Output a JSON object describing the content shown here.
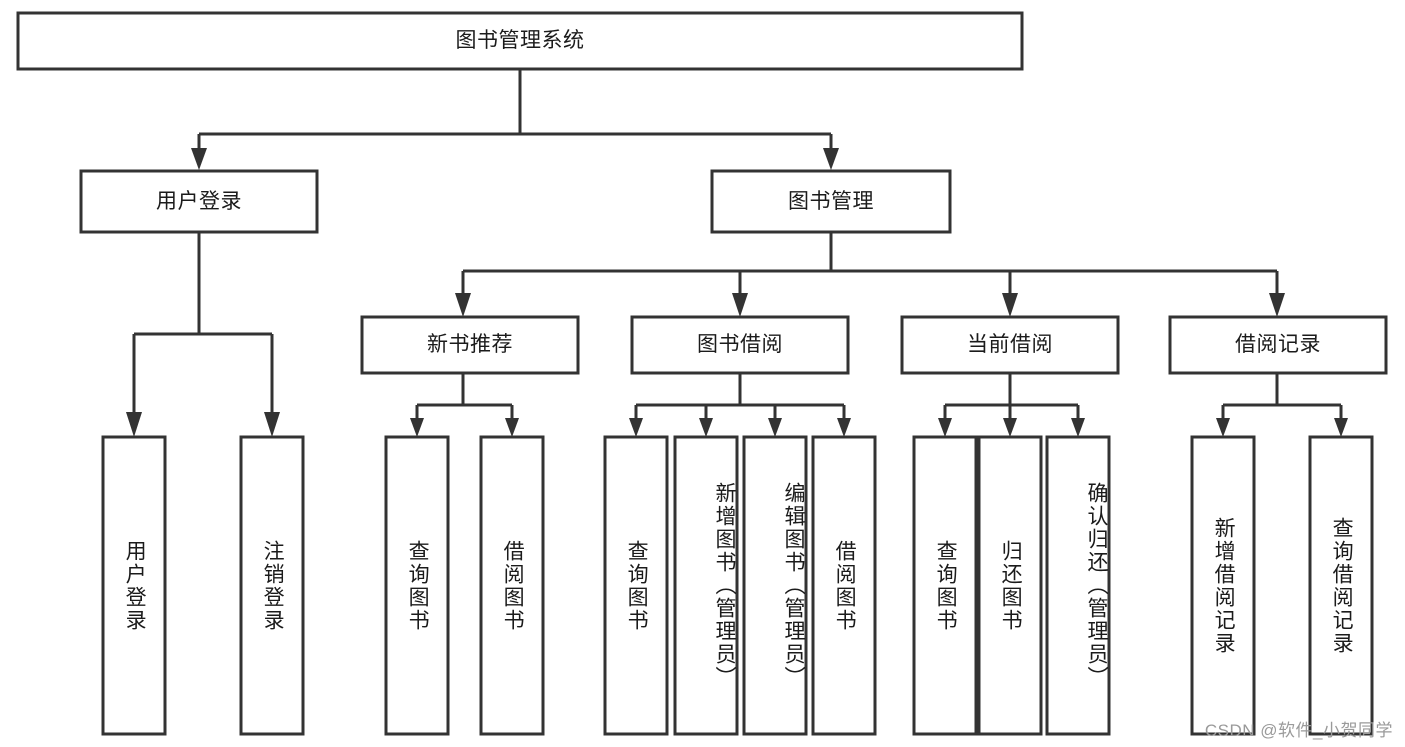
{
  "diagram": {
    "type": "tree-hierarchy",
    "title": "图书管理系统",
    "orientation": "top-down",
    "colors": {
      "stroke": "#333333",
      "fill": "#ffffff",
      "text": "#1b1b1b",
      "watermark": "#9a9a9a",
      "background": "#ffffff"
    },
    "nodes": {
      "root": {
        "label": "图书管理系统",
        "level": 1,
        "text_direction": "horizontal"
      },
      "user_login": {
        "label": "用户登录",
        "level": 2,
        "text_direction": "horizontal"
      },
      "book_manage": {
        "label": "图书管理",
        "level": 2,
        "text_direction": "horizontal"
      },
      "new_book_rec": {
        "label": "新书推荐",
        "level": 3,
        "text_direction": "horizontal"
      },
      "book_borrow": {
        "label": "图书借阅",
        "level": 3,
        "text_direction": "horizontal"
      },
      "current_borrow": {
        "label": "当前借阅",
        "level": 3,
        "text_direction": "horizontal"
      },
      "borrow_record": {
        "label": "借阅记录",
        "level": 3,
        "text_direction": "horizontal"
      },
      "leaf_user_login": {
        "label": "用户登录",
        "level": 4,
        "text_direction": "vertical"
      },
      "leaf_logout": {
        "label": "注销登录",
        "level": 4,
        "text_direction": "vertical"
      },
      "leaf_query_book_rec": {
        "label": "查询图书",
        "level": 4,
        "text_direction": "vertical"
      },
      "leaf_borrow_book_rec": {
        "label": "借阅图书",
        "level": 4,
        "text_direction": "vertical"
      },
      "leaf_query_book_borrow": {
        "label": "查询图书",
        "level": 4,
        "text_direction": "vertical"
      },
      "leaf_add_book": {
        "label": "新增图书（管理员）",
        "level": 4,
        "text_direction": "vertical"
      },
      "leaf_edit_book": {
        "label": "编辑图书（管理员）",
        "level": 4,
        "text_direction": "vertical"
      },
      "leaf_borrow_book": {
        "label": "借阅图书",
        "level": 4,
        "text_direction": "vertical"
      },
      "leaf_query_book_cur": {
        "label": "查询图书",
        "level": 4,
        "text_direction": "vertical"
      },
      "leaf_return_book": {
        "label": "归还图书",
        "level": 4,
        "text_direction": "vertical"
      },
      "leaf_confirm_return": {
        "label": "确认归还（管理员）",
        "level": 4,
        "text_direction": "vertical"
      },
      "leaf_add_record": {
        "label": "新增借阅记录",
        "level": 4,
        "text_direction": "vertical"
      },
      "leaf_query_record": {
        "label": "查询借阅记录",
        "level": 4,
        "text_direction": "vertical"
      }
    },
    "edges": [
      {
        "from": "root",
        "to": "user_login"
      },
      {
        "from": "root",
        "to": "book_manage"
      },
      {
        "from": "user_login",
        "to": "leaf_user_login"
      },
      {
        "from": "user_login",
        "to": "leaf_logout"
      },
      {
        "from": "book_manage",
        "to": "new_book_rec"
      },
      {
        "from": "book_manage",
        "to": "book_borrow"
      },
      {
        "from": "book_manage",
        "to": "current_borrow"
      },
      {
        "from": "book_manage",
        "to": "borrow_record"
      },
      {
        "from": "new_book_rec",
        "to": "leaf_query_book_rec"
      },
      {
        "from": "new_book_rec",
        "to": "leaf_borrow_book_rec"
      },
      {
        "from": "book_borrow",
        "to": "leaf_query_book_borrow"
      },
      {
        "from": "book_borrow",
        "to": "leaf_add_book"
      },
      {
        "from": "book_borrow",
        "to": "leaf_edit_book"
      },
      {
        "from": "book_borrow",
        "to": "leaf_borrow_book"
      },
      {
        "from": "current_borrow",
        "to": "leaf_query_book_cur"
      },
      {
        "from": "current_borrow",
        "to": "leaf_return_book"
      },
      {
        "from": "current_borrow",
        "to": "leaf_confirm_return"
      },
      {
        "from": "borrow_record",
        "to": "leaf_add_record"
      },
      {
        "from": "borrow_record",
        "to": "leaf_query_record"
      }
    ]
  },
  "watermark": {
    "text": "CSDN @软件_小贺同学"
  }
}
